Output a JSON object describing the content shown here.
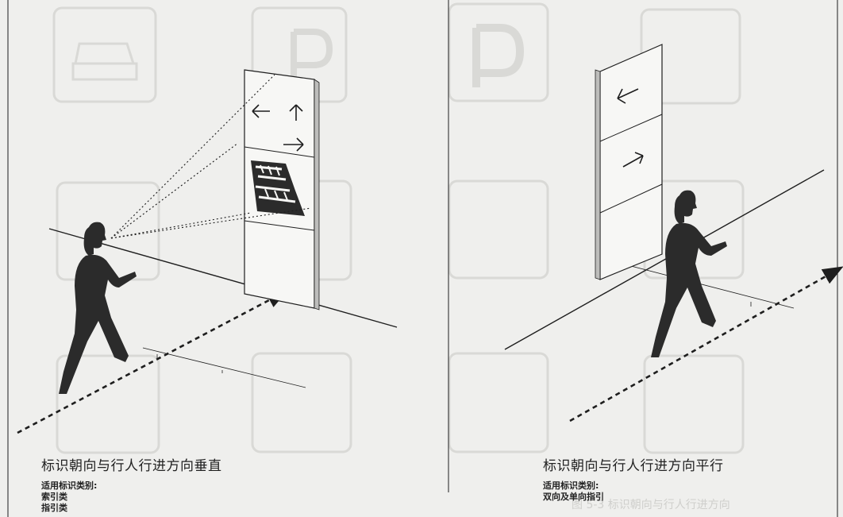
{
  "diagram_data": {
    "type": "illustration",
    "panels": [
      {
        "id": "perpendicular",
        "title": "标识朝向与行人行进方向垂直",
        "category_label": "适用标识类别:",
        "categories": [
          "索引类",
          "指引类"
        ]
      },
      {
        "id": "parallel",
        "title": "标识朝向与行人行进方向平行",
        "category_label": "适用标识类别:",
        "categories": [
          "双向及单向指引"
        ]
      }
    ],
    "background_label": "图 5-3 标识朝向与行人行进方向",
    "colors": {
      "ink": "#1e1e1e",
      "silhouette": "#2b2b2b",
      "background": "#efefed",
      "faded_icon": "#d9d9d6"
    }
  }
}
